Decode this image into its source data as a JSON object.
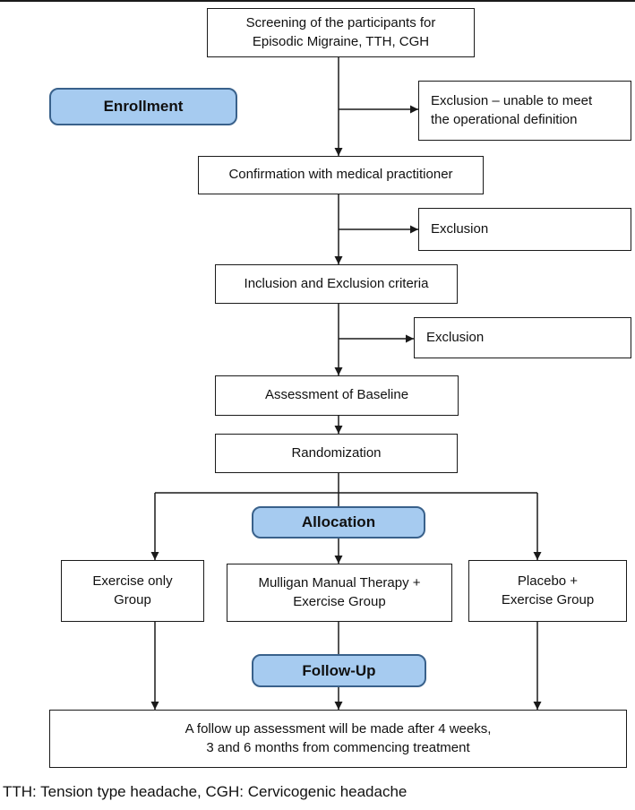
{
  "flowchart": {
    "screening": "Screening of the participants for\nEpisodic Migraine, TTH, CGH",
    "enrollment": "Enrollment",
    "exclusion_definition": "Exclusion – unable to meet\nthe operational definition",
    "confirmation": "Confirmation with medical practitioner",
    "exclusion_2": "Exclusion",
    "inclusion_criteria": "Inclusion and Exclusion criteria",
    "exclusion_3": "Exclusion",
    "assessment": "Assessment of Baseline",
    "randomization": "Randomization",
    "allocation": "Allocation",
    "group_exercise": "Exercise only\nGroup",
    "group_mulligan": "Mulligan Manual Therapy +\nExercise Group",
    "group_placebo": "Placebo +\nExercise Group",
    "followup": "Follow-Up",
    "final_assessment": "A follow up assessment will be made after 4 weeks,\n3 and 6 months from commencing treatment",
    "footnote": "TTH: Tension type headache, CGH: Cervicogenic headache"
  },
  "colors": {
    "stage_fill": "#a6cbf0",
    "stage_border": "#39618b",
    "box_border": "#1a1a1a",
    "line": "#1a1a1a"
  }
}
